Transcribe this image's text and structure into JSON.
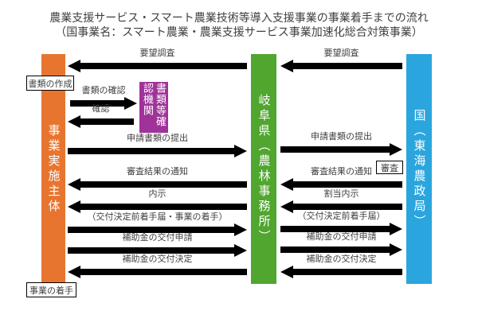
{
  "title": {
    "line1": "農業支援サービス・スマート農業技術等導入支援事業の事業着手までの流れ",
    "line2": "（国事業名：スマート農業・農業支援サービス事業加速化総合対策事業）"
  },
  "actors": {
    "implementer": {
      "label": "事業実施主体",
      "color": "#e8752f"
    },
    "prefecture": {
      "label": "岐阜県（農林事務所）",
      "color": "#50a62f"
    },
    "nation": {
      "label": "国（東海農政局）",
      "color": "#2ba5dd"
    }
  },
  "checker": {
    "label": "書類等確認機関",
    "color": "#a03399"
  },
  "note_boxes": {
    "document_creation": "書類の作成",
    "project_start": "事業の着手",
    "examination": "審査"
  },
  "arrow_color": "#000000",
  "arrows": {
    "left": [
      {
        "label": "要望調査",
        "direction": "left"
      },
      {
        "label": "書類の確認",
        "direction": "right"
      },
      {
        "label": "確認",
        "direction": "left"
      },
      {
        "label": "申請書類の提出",
        "direction": "right"
      },
      {
        "label": "審査結果の通知",
        "direction": "left"
      },
      {
        "label": "内示",
        "direction": "left"
      },
      {
        "label": "（交付決定前着手届・事業の着手）",
        "direction": "right"
      },
      {
        "label": "補助金の交付申請",
        "direction": "right"
      },
      {
        "label": "補助金の交付決定",
        "direction": "left"
      }
    ],
    "right": [
      {
        "label": "要望調査",
        "direction": "left"
      },
      {
        "label": "申請書類の提出",
        "direction": "right"
      },
      {
        "label": "審査結果の通知",
        "direction": "left"
      },
      {
        "label": "割当内示",
        "direction": "left"
      },
      {
        "label": "（交付決定前着手届）",
        "direction": "right"
      },
      {
        "label": "補助金の交付申請",
        "direction": "right"
      },
      {
        "label": "補助金の交付決定",
        "direction": "left"
      }
    ]
  }
}
